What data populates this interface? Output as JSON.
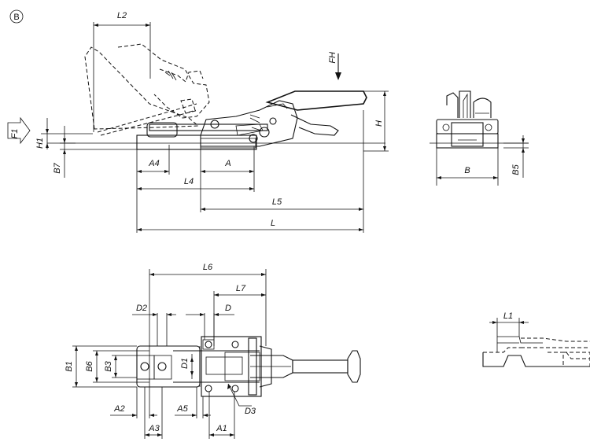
{
  "badge": "B",
  "dimensions": {
    "L2": "L2",
    "FH": "FH",
    "H": "H",
    "F1": "F1",
    "H1": "H1",
    "B7": "B7",
    "A4": "A4",
    "A": "A",
    "L4": "L4",
    "L5": "L5",
    "L": "L",
    "B": "B",
    "B5": "B5",
    "L6": "L6",
    "L7": "L7",
    "D2": "D2",
    "D": "D",
    "B1": "B1",
    "B6": "B6",
    "B3": "B3",
    "D1": "D1",
    "A2": "A2",
    "A5": "A5",
    "D3": "D3",
    "A3": "A3",
    "A1": "A1",
    "L1": "L1"
  }
}
